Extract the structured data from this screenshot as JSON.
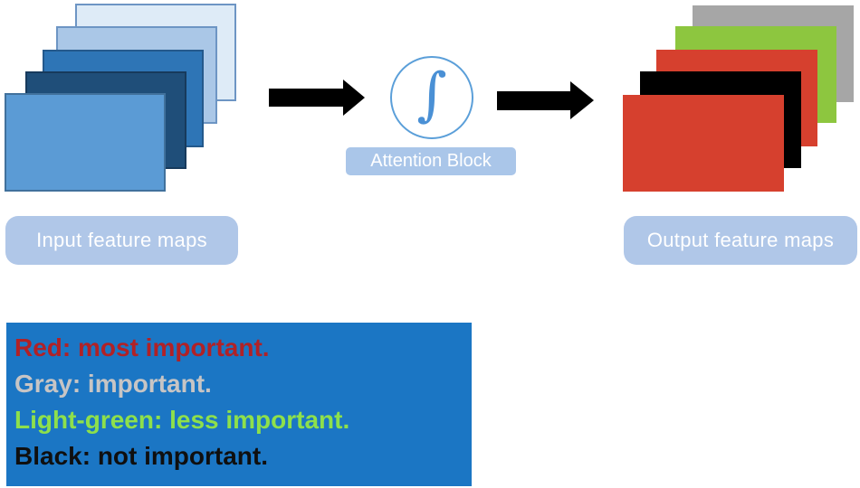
{
  "figure": {
    "description": "Attention block diagram: input feature maps pass through an attention block producing importance-colored output feature maps"
  },
  "colors": {
    "arrow": "#000000",
    "background": "#ffffff"
  },
  "input_stack": {
    "label": "Input feature maps",
    "label_bg": "#b0c7e8",
    "label_color": "#ffffff",
    "layers": [
      {
        "name": "lightest-blue-map",
        "fill": "#deebf7",
        "border": "#6d95c4"
      },
      {
        "name": "light-blue-map",
        "fill": "#aac7e7",
        "border": "#6d95c4"
      },
      {
        "name": "medium-blue-map",
        "fill": "#2e75b6",
        "border": "#24598c"
      },
      {
        "name": "dark-navy-map",
        "fill": "#1f4e79",
        "border": "#173a5c"
      },
      {
        "name": "front-blue-map",
        "fill": "#5b9bd5",
        "border": "#41719c"
      }
    ]
  },
  "attention": {
    "symbol": "∫",
    "symbol_color": "#4a90d5",
    "circle_border": "#5b9fd9",
    "label": "Attention Block",
    "label_bg": "#aac6e9",
    "label_color": "#ffffff"
  },
  "output_stack": {
    "label": "Output feature maps",
    "label_bg": "#b0c7e8",
    "label_color": "#ffffff",
    "layers": [
      {
        "name": "gray-map",
        "fill": "#a6a6a6"
      },
      {
        "name": "light-green-map",
        "fill": "#8dc63f"
      },
      {
        "name": "red-map-back",
        "fill": "#d6402e"
      },
      {
        "name": "black-map",
        "fill": "#000000"
      },
      {
        "name": "red-map-front",
        "fill": "#d6402e"
      }
    ]
  },
  "legend": {
    "bg": "#1b76c4",
    "lines": [
      {
        "text": "Red: most important.",
        "color": "#b12126"
      },
      {
        "text": "Gray: important.",
        "color": "#c7c5c5"
      },
      {
        "text": "Light-green: less important.",
        "color": "#8ee04b"
      },
      {
        "text": "Black: not important.",
        "color": "#0f0f0f"
      }
    ]
  }
}
